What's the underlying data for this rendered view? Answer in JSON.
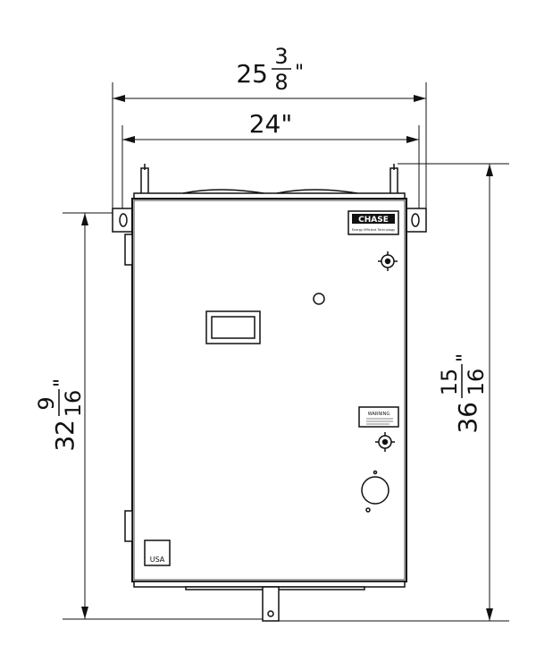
{
  "dimensions": {
    "overall_width": {
      "whole": "25",
      "num": "3",
      "den": "8",
      "unit": "\""
    },
    "cabinet_width": {
      "text": "24\""
    },
    "mount_height": {
      "whole": "32",
      "num": "9",
      "den": "16",
      "unit": "\""
    },
    "overall_height": {
      "whole": "36",
      "num": "15",
      "den": "16",
      "unit": "\""
    }
  },
  "labels": {
    "brand_plate": "CHASE",
    "brand_tagline": "Energy Efficient Technology",
    "warning_plate": "WARNING",
    "made_in": "USA"
  },
  "colors": {
    "line": "#111111",
    "fill": "#ffffff"
  }
}
